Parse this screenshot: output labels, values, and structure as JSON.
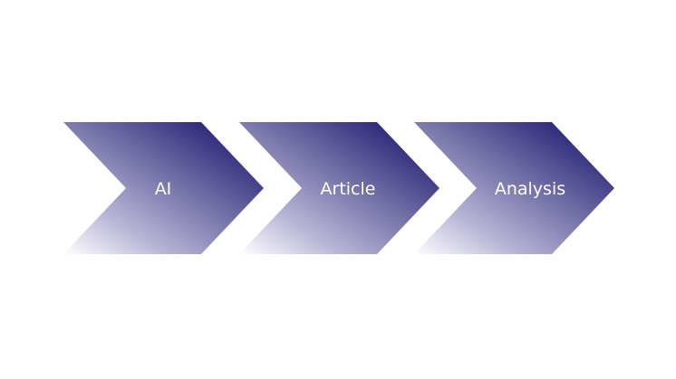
{
  "diagram": {
    "type": "chevron-process",
    "colors": {
      "dark": "#2e2a7a",
      "light": "#ffffff",
      "label": "#ffffff"
    },
    "steps": [
      {
        "label": "AI"
      },
      {
        "label": "Article"
      },
      {
        "label": "Analysis"
      }
    ]
  }
}
